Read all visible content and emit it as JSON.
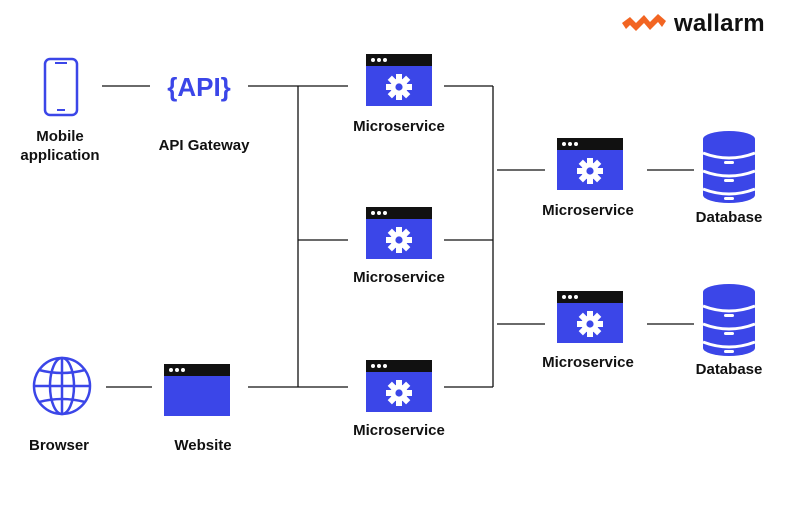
{
  "brand": {
    "name": "wallarm",
    "accent_color": "#f26522"
  },
  "colors": {
    "primary": "#3b46e8",
    "dark": "#111111",
    "line": "#111111"
  },
  "nodes": {
    "mobile": {
      "label_line1": "Mobile",
      "label_line2": "application",
      "icon": "smartphone-icon"
    },
    "api_gateway": {
      "icon_text": "{API}",
      "label": "API Gateway",
      "icon": "api-braces-icon"
    },
    "browser": {
      "label": "Browser",
      "icon": "globe-icon"
    },
    "website": {
      "label": "Website",
      "icon": "browser-window-icon"
    },
    "microservice_1": {
      "label": "Microservice",
      "icon": "gear-window-icon"
    },
    "microservice_2": {
      "label": "Microservice",
      "icon": "gear-window-icon"
    },
    "microservice_3": {
      "label": "Microservice",
      "icon": "gear-window-icon"
    },
    "microservice_4": {
      "label": "Microservice",
      "icon": "gear-window-icon"
    },
    "microservice_5": {
      "label": "Microservice",
      "icon": "gear-window-icon"
    },
    "database_1": {
      "label": "Database",
      "icon": "database-icon"
    },
    "database_2": {
      "label": "Database",
      "icon": "database-icon"
    }
  }
}
